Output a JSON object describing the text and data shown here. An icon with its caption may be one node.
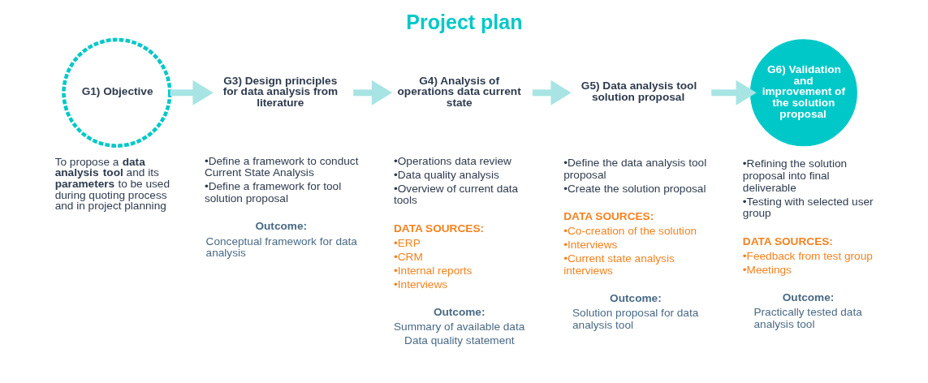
{
  "diagram": {
    "title": "Project plan",
    "nodes": [
      {
        "text": [
          "G1) Objective"
        ],
        "beside": [
          "To propose a **data analysis tool** and its **parameters** to be used during quoting process and in project planning"
        ]
      },
      {
        "text": [
          "G3) Design principles for data analysis from literature"
        ],
        "beside": [
          "•Define a framework to conduct Current State Analysis",
          "•Define a framework for tool solution proposal",
          "Outcome:",
          "Conceptual framework for data analysis"
        ]
      },
      {
        "text": [
          "G4) Analysis of operations data current state"
        ],
        "beside": [
          "•Operations data review",
          "•Data quality analysis",
          "•Overview of current data tools",
          "DATA SOURCES:",
          "•ERP",
          "•CRM",
          "•Internal reports",
          "•Interviews",
          "Outcome:",
          "Summary of available data",
          "Data quality statement"
        ]
      },
      {
        "text": [
          "G5) Data analysis tool solution proposal"
        ],
        "beside": [
          "•Define the data analysis tool proposal",
          "•Create the solution proposal",
          "DATA SOURCES:",
          "•Co-creation of the solution",
          "•Interviews",
          "•Current state analysis interviews",
          "Outcome:",
          "Solution proposal for data analysis tool"
        ]
      },
      {
        "text": [
          "G6) Validation and improvement of the solution proposal"
        ],
        "beside": [
          "•Refining the solution proposal into final deliverable",
          "•Testing with selected user group",
          "DATA SOURCES:",
          "•Feedback from test group",
          "•Meetings",
          "Outcome:",
          "Practically tested data analysis tool"
        ]
      }
    ],
    "edges": [
      {
        "from": 0,
        "to": 1,
        "arrow": "to"
      },
      {
        "from": 1,
        "to": 2,
        "arrow": "to"
      },
      {
        "from": 2,
        "to": 3,
        "arrow": "to"
      },
      {
        "from": 3,
        "to": 4,
        "arrow": "to"
      }
    ]
  }
}
